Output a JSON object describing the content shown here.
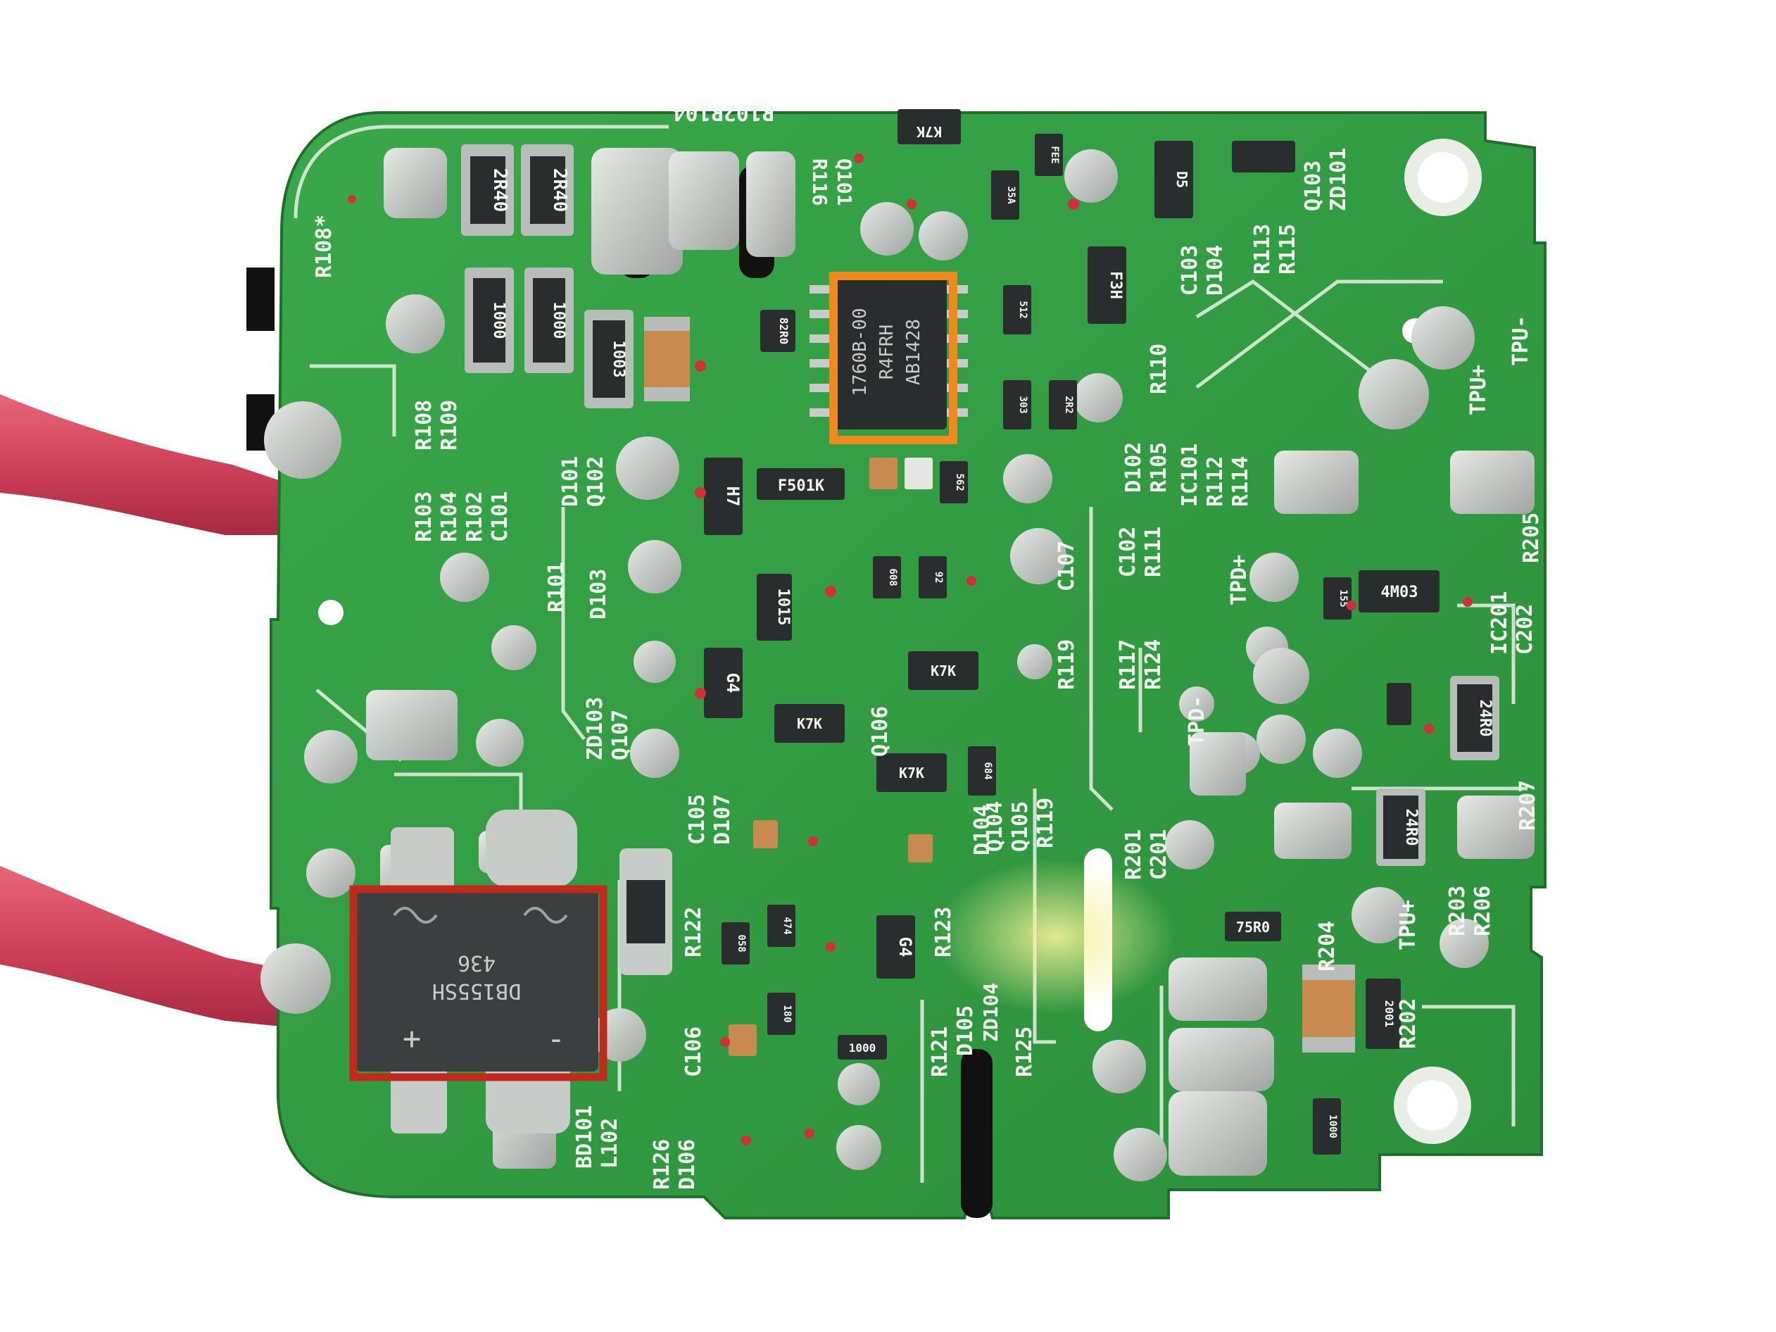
{
  "colors": {
    "board": "#2f9a3f",
    "board_dark": "#227a30",
    "trace": "#3aa84a",
    "silkscreen": "#f2f6f0",
    "pad": "#c8ccc8",
    "chip": "#2a2d2e",
    "wire": "#d8485e",
    "highlight_controller": "#f0891e",
    "highlight_rectifier": "#c0291c"
  },
  "silkscreen": {
    "r108_star": "R108*",
    "r108_grp": "R108",
    "r109": "R109",
    "r103": "R103",
    "r104": "R104",
    "r102": "R102",
    "c101": "C101",
    "r101": "R101",
    "d101": "D101",
    "q102": "Q102",
    "d103": "D103",
    "zd103": "ZD103",
    "q107": "Q107",
    "c105": "C105",
    "d107": "D107",
    "r122": "R122",
    "c106": "C106",
    "r126": "R126",
    "d106": "D106",
    "bd101": "BD101",
    "l102": "L102",
    "q106": "Q106",
    "d104_mid": "D104",
    "d105": "D105",
    "zd104": "ZD104",
    "r121": "R121",
    "r123": "R123",
    "r125": "R125",
    "r119_a": "R119",
    "r119_b": "R119",
    "c107": "C107",
    "q104": "Q104",
    "q105": "Q105",
    "r117": "R117",
    "r124": "R124",
    "c102": "C102",
    "r111": "R111",
    "d102": "D102",
    "r105": "R105",
    "r110": "R110",
    "ic101": "IC101",
    "r112": "R112",
    "r114": "R114",
    "r201": "R201",
    "c201": "C201",
    "r204": "R204",
    "r202": "R202",
    "r203": "R203",
    "r206": "R206",
    "r207": "R207",
    "r205": "R205",
    "ic201": "IC201",
    "c202": "C202",
    "tpd_plus": "TPD+",
    "tpd_minus": "TPD-",
    "tpu_plus_top": "TPU+",
    "tpu_minus": "TPU-",
    "tpu_plus_bottom": "TPU+",
    "q101": "Q101",
    "r116": "R116",
    "r102r104": "R102R104",
    "q103": "Q103",
    "zd101": "ZD101",
    "r113": "R113",
    "r115": "R115",
    "c103": "C103",
    "d104": "D104"
  },
  "markings": {
    "res_2r40_a": "2R40",
    "res_2r40_b": "2R40",
    "res_1000_a": "1000",
    "res_1000_b": "1000",
    "res_1003": "1003",
    "res_82r0": "82R0",
    "res_f501k": "F501K",
    "res_24r0_a": "24R0",
    "res_24r0_b": "24R0",
    "res_75r0": "75R0",
    "res_2001": "2001",
    "res_1000_c": "1000",
    "res_1000_d": "1000",
    "diode_d5": "D5",
    "diode_f3h": "F3H",
    "diode_h7": "H7",
    "diode_g4_a": "G4",
    "diode_g4_b": "G4",
    "diode_1015": "1015",
    "tr_k7k_a": "K7K",
    "tr_k7k_b": "K7K",
    "tr_k7k_c": "K7K",
    "tr_k7k_d": "K7K",
    "ic_4m03": "4M03",
    "tiny_35a": "35A",
    "tiny_fee": "FEE",
    "tiny_512": "512",
    "tiny_303": "303",
    "tiny_2r2": "2R2",
    "tiny_562": "562",
    "tiny_608": "608",
    "tiny_92": "92",
    "tiny_155": "155",
    "tiny_474": "474",
    "tiny_058": "058",
    "tiny_180": "180",
    "tiny_684": "684",
    "ic101_line1": "1760B-00",
    "ic101_line2": "R4FRH",
    "ic101_line3": "AB1428",
    "bd101_line1": "DB155SH",
    "bd101_line2": "436",
    "bd101_plus": "+",
    "bd101_minus": "-"
  },
  "highlights": [
    {
      "label": "controller-ic-highlight",
      "color": "#f0891e"
    },
    {
      "label": "bridge-rectifier-highlight",
      "color": "#c0291c"
    }
  ]
}
